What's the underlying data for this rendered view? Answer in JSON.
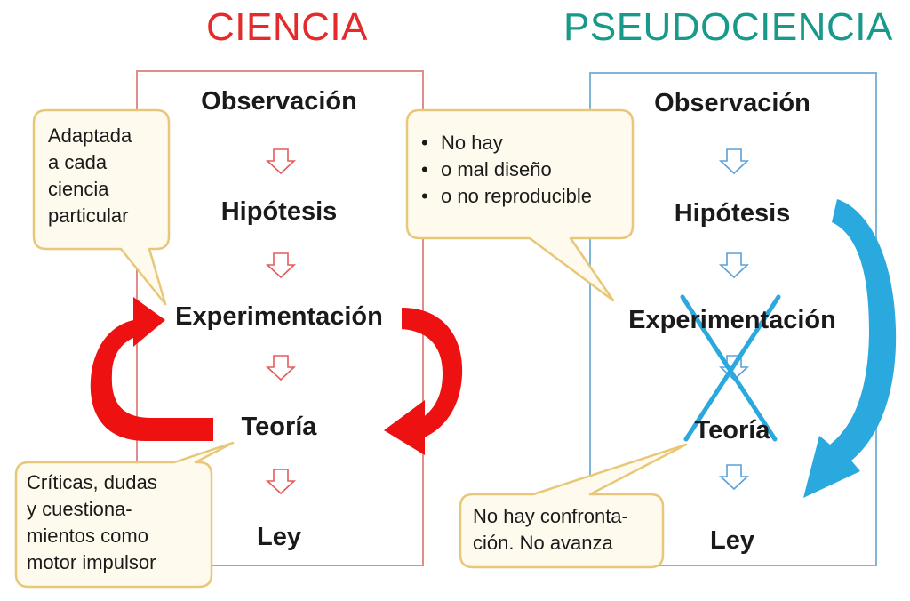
{
  "ciencia": {
    "title": "CIENCIA",
    "color": "#e32b2b",
    "steps": [
      "Observación",
      "Hipótesis",
      "Experimentación",
      "Teoría",
      "Ley"
    ],
    "note_method": [
      "Adaptada",
      "a cada",
      "ciencia",
      "particular"
    ],
    "note_critics": [
      "Críticas, dudas",
      "y cuestiona-",
      "mientos como",
      "motor impulsor"
    ]
  },
  "pseudociencia": {
    "title": "PSEUDOCIENCIA",
    "color": "#19998a",
    "arrow_color": "#2aa9df",
    "steps": [
      "Observación",
      "Hipótesis",
      "Experimentación",
      "Teoría",
      "Ley"
    ],
    "note_experiment": [
      "No hay",
      "o mal diseño",
      "o no reproducible"
    ],
    "note_theory": [
      "No hay confronta-",
      "ción. No avanza"
    ]
  },
  "colors": {
    "bubble_fill": "#fffaee",
    "bubble_border": "#e8c878"
  }
}
